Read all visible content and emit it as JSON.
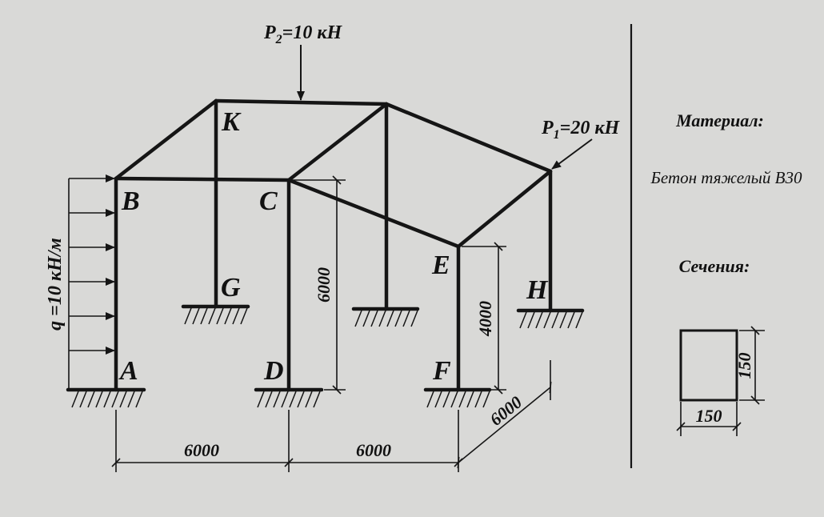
{
  "nodes": {
    "A": "A",
    "B": "B",
    "C": "C",
    "D": "D",
    "E": "E",
    "F": "F",
    "G": "G",
    "H": "H",
    "K": "K"
  },
  "loads": {
    "p2": {
      "prefix": "P",
      "sub": "2",
      "value": "=10 кН"
    },
    "p1": {
      "prefix": "P",
      "sub": "1",
      "value": "=20 кН"
    },
    "q": "q =10 кН/м"
  },
  "dimensions": {
    "span_bc": "6000",
    "span_ce": "6000",
    "depth": "6000",
    "height_cd": "6000",
    "height_ef": "4000"
  },
  "material": {
    "heading": "Материал:",
    "value": "Бетон тяжелый В30"
  },
  "section": {
    "heading": "Сечения:",
    "width": "150",
    "height": "150"
  },
  "colors": {
    "paper": "#d9d9d7",
    "ink": "#151515"
  }
}
